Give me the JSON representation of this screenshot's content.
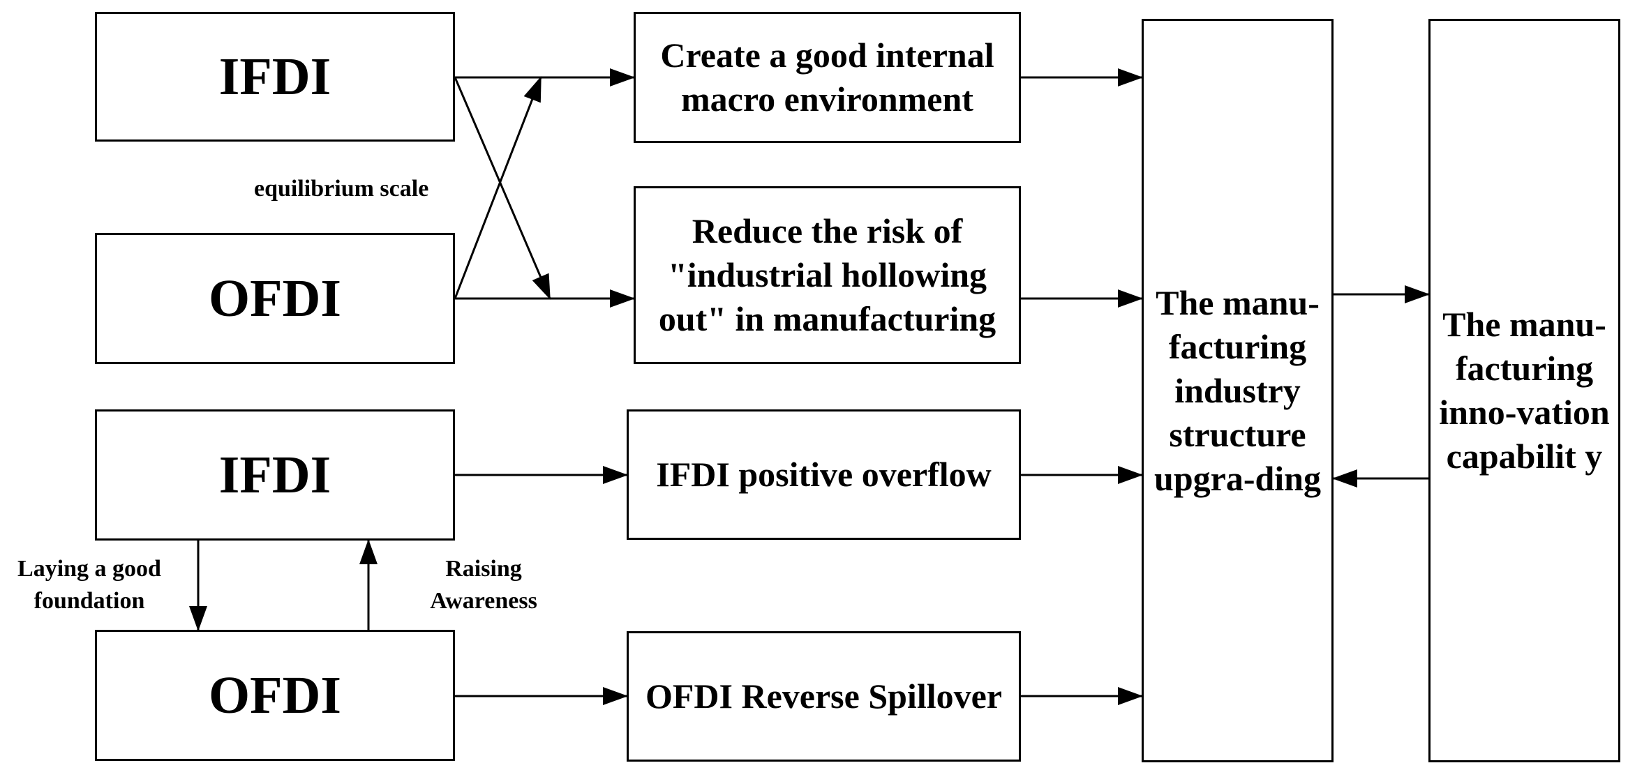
{
  "diagram": {
    "boxes": {
      "ifdi_top": "IFDI",
      "ofdi_top": "OFDI",
      "ifdi_bottom": "IFDI",
      "ofdi_bottom": "OFDI",
      "macro": "Create a good internal macro environment",
      "hollowing": "Reduce the risk of \"industrial hollowing out\" in manufacturing",
      "positive": "IFDI positive overflow",
      "reverse": "OFDI Reverse Spillover",
      "structure": "The manu-facturing industry structure upgra-ding",
      "innovation": "The manu-facturing inno-vation capabilit y"
    },
    "labels": {
      "equilibrium": "equilibrium scale",
      "foundation_line1": "Laying a good",
      "foundation_line2": "foundation",
      "awareness_line1": "Raising",
      "awareness_line2": "Awareness"
    }
  }
}
